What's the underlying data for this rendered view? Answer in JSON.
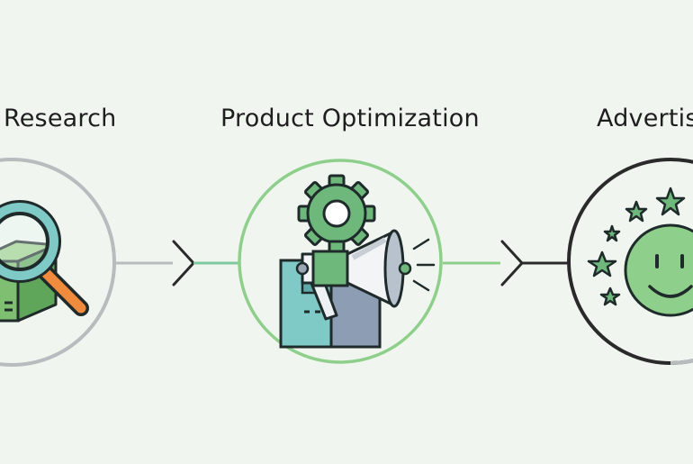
{
  "stages": [
    {
      "label": "Research"
    },
    {
      "label": "Product Optimization"
    },
    {
      "label": "Advertis"
    }
  ],
  "colors": {
    "background": "#f0f6ef",
    "ring_gray": "#b9bcbe",
    "ring_green": "#8fcf8c",
    "ring_dark": "#2a2a2a",
    "accent_green": "#6fb87b",
    "teal": "#7fc9c7",
    "slate": "#8d9db3",
    "orange": "#f08a3c",
    "outline": "#1f2b2b"
  },
  "icons": {
    "research": [
      "magnifier-icon",
      "box-icon"
    ],
    "product": [
      "gear-icon",
      "megaphone-icon",
      "box-icon"
    ],
    "advertising": [
      "smiley-icon",
      "star-icon"
    ]
  }
}
